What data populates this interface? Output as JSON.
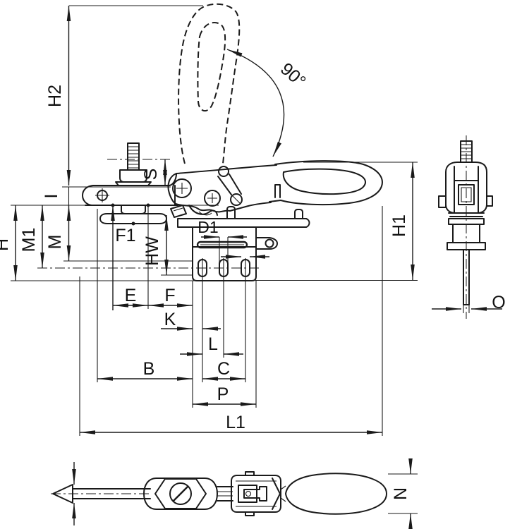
{
  "labels": {
    "h2": "H2",
    "angle": "90°",
    "s": "S",
    "i": "I",
    "h": "H",
    "m1": "M1",
    "m": "M",
    "f1": "F1",
    "hw": "HW",
    "d1": "D1",
    "h1": "H1",
    "e": "E",
    "f": "F",
    "k": "K",
    "l": "L",
    "b": "B",
    "c": "C",
    "p": "P",
    "l1": "L1",
    "o": "O",
    "n": "N"
  },
  "colors": {
    "line": "#1a1a1a",
    "background": "#ffffff"
  }
}
